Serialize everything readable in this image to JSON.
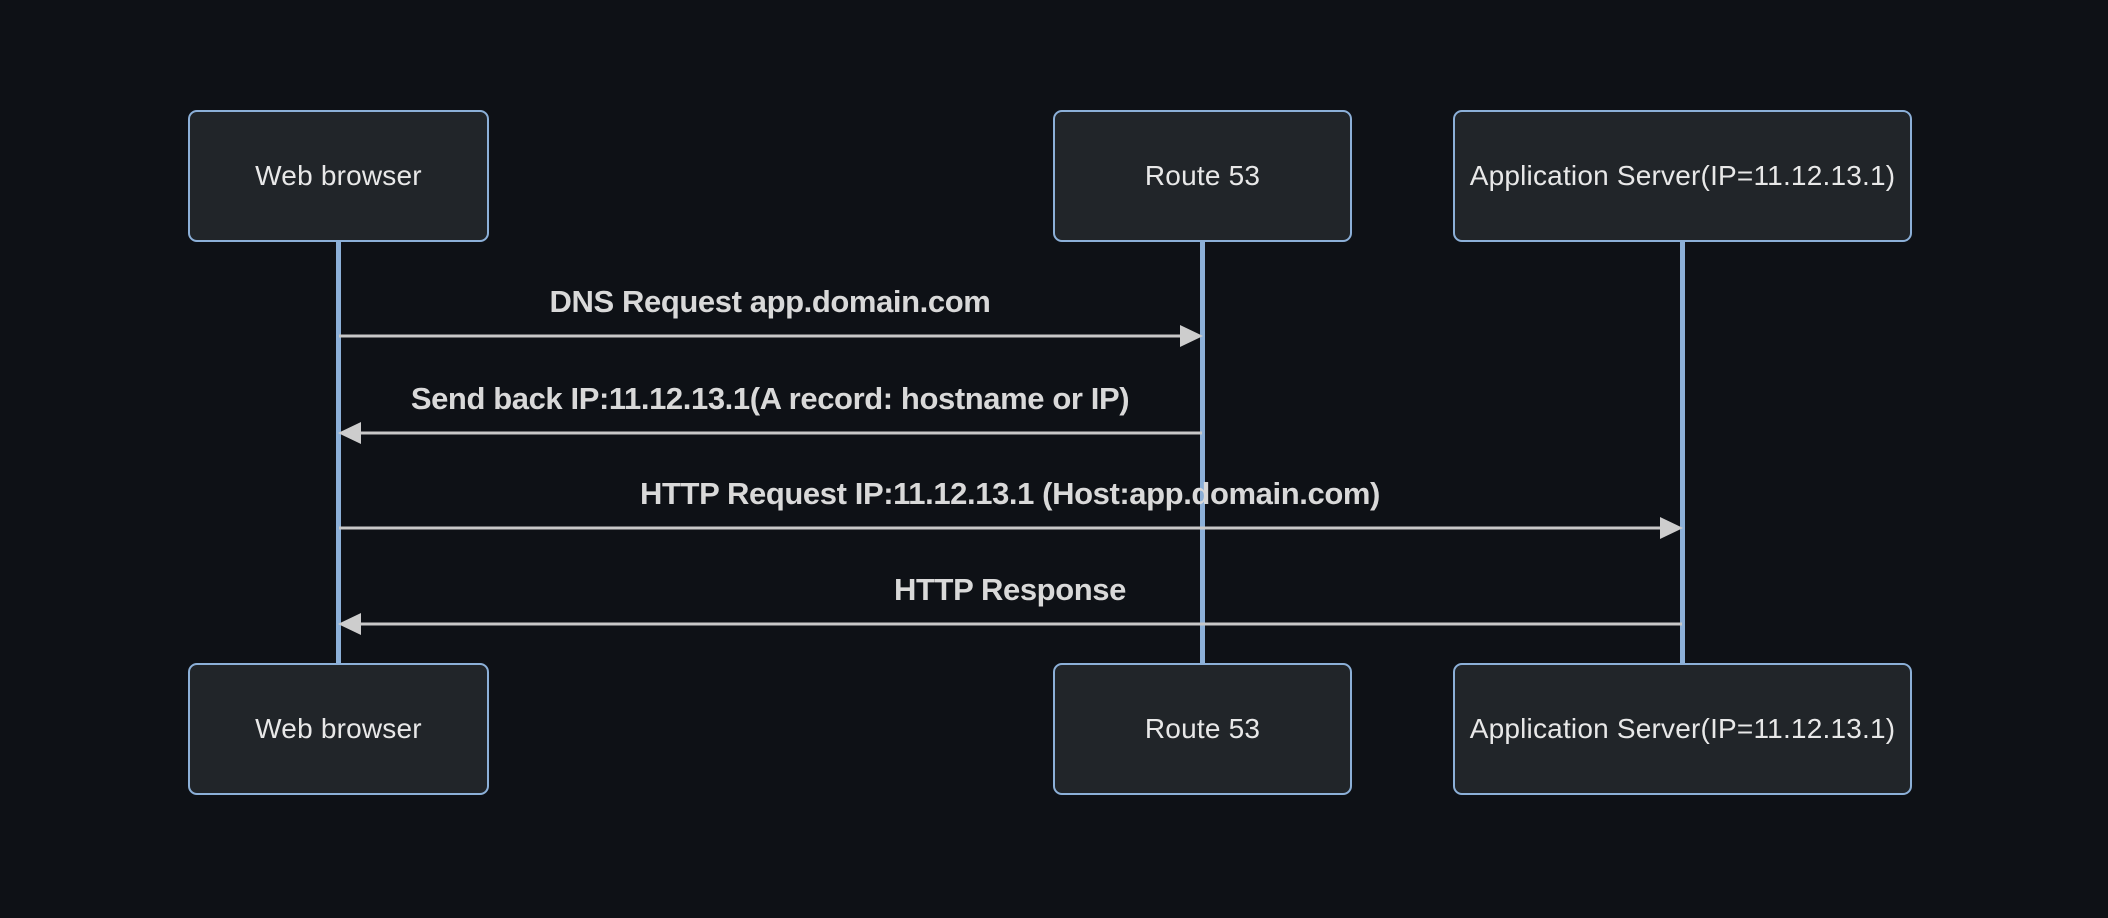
{
  "diagram": {
    "type": "sequence-diagram",
    "actors": [
      {
        "id": "web-browser",
        "label": "Web browser"
      },
      {
        "id": "route-53",
        "label": "Route 53"
      },
      {
        "id": "app-server",
        "label": "Application Server(IP=11.12.13.1)"
      }
    ],
    "messages": [
      {
        "from": "web-browser",
        "to": "route-53",
        "direction": "right",
        "label": "DNS Request app.domain.com"
      },
      {
        "from": "route-53",
        "to": "web-browser",
        "direction": "left",
        "label": "Send back IP:11.12.13.1(A record: hostname or IP)"
      },
      {
        "from": "web-browser",
        "to": "app-server",
        "direction": "right",
        "label": "HTTP Request IP:11.12.13.1 (Host:app.domain.com)"
      },
      {
        "from": "app-server",
        "to": "web-browser",
        "direction": "left",
        "label": "HTTP Response"
      }
    ],
    "colors": {
      "background": "#0e1116",
      "actor_fill": "#212529",
      "actor_border": "#8cb0d8",
      "lifeline": "#8cb0d8",
      "message_line": "#c8c8c8",
      "actor_text": "#e8e8e8",
      "message_text": "#d9d9d9"
    }
  }
}
